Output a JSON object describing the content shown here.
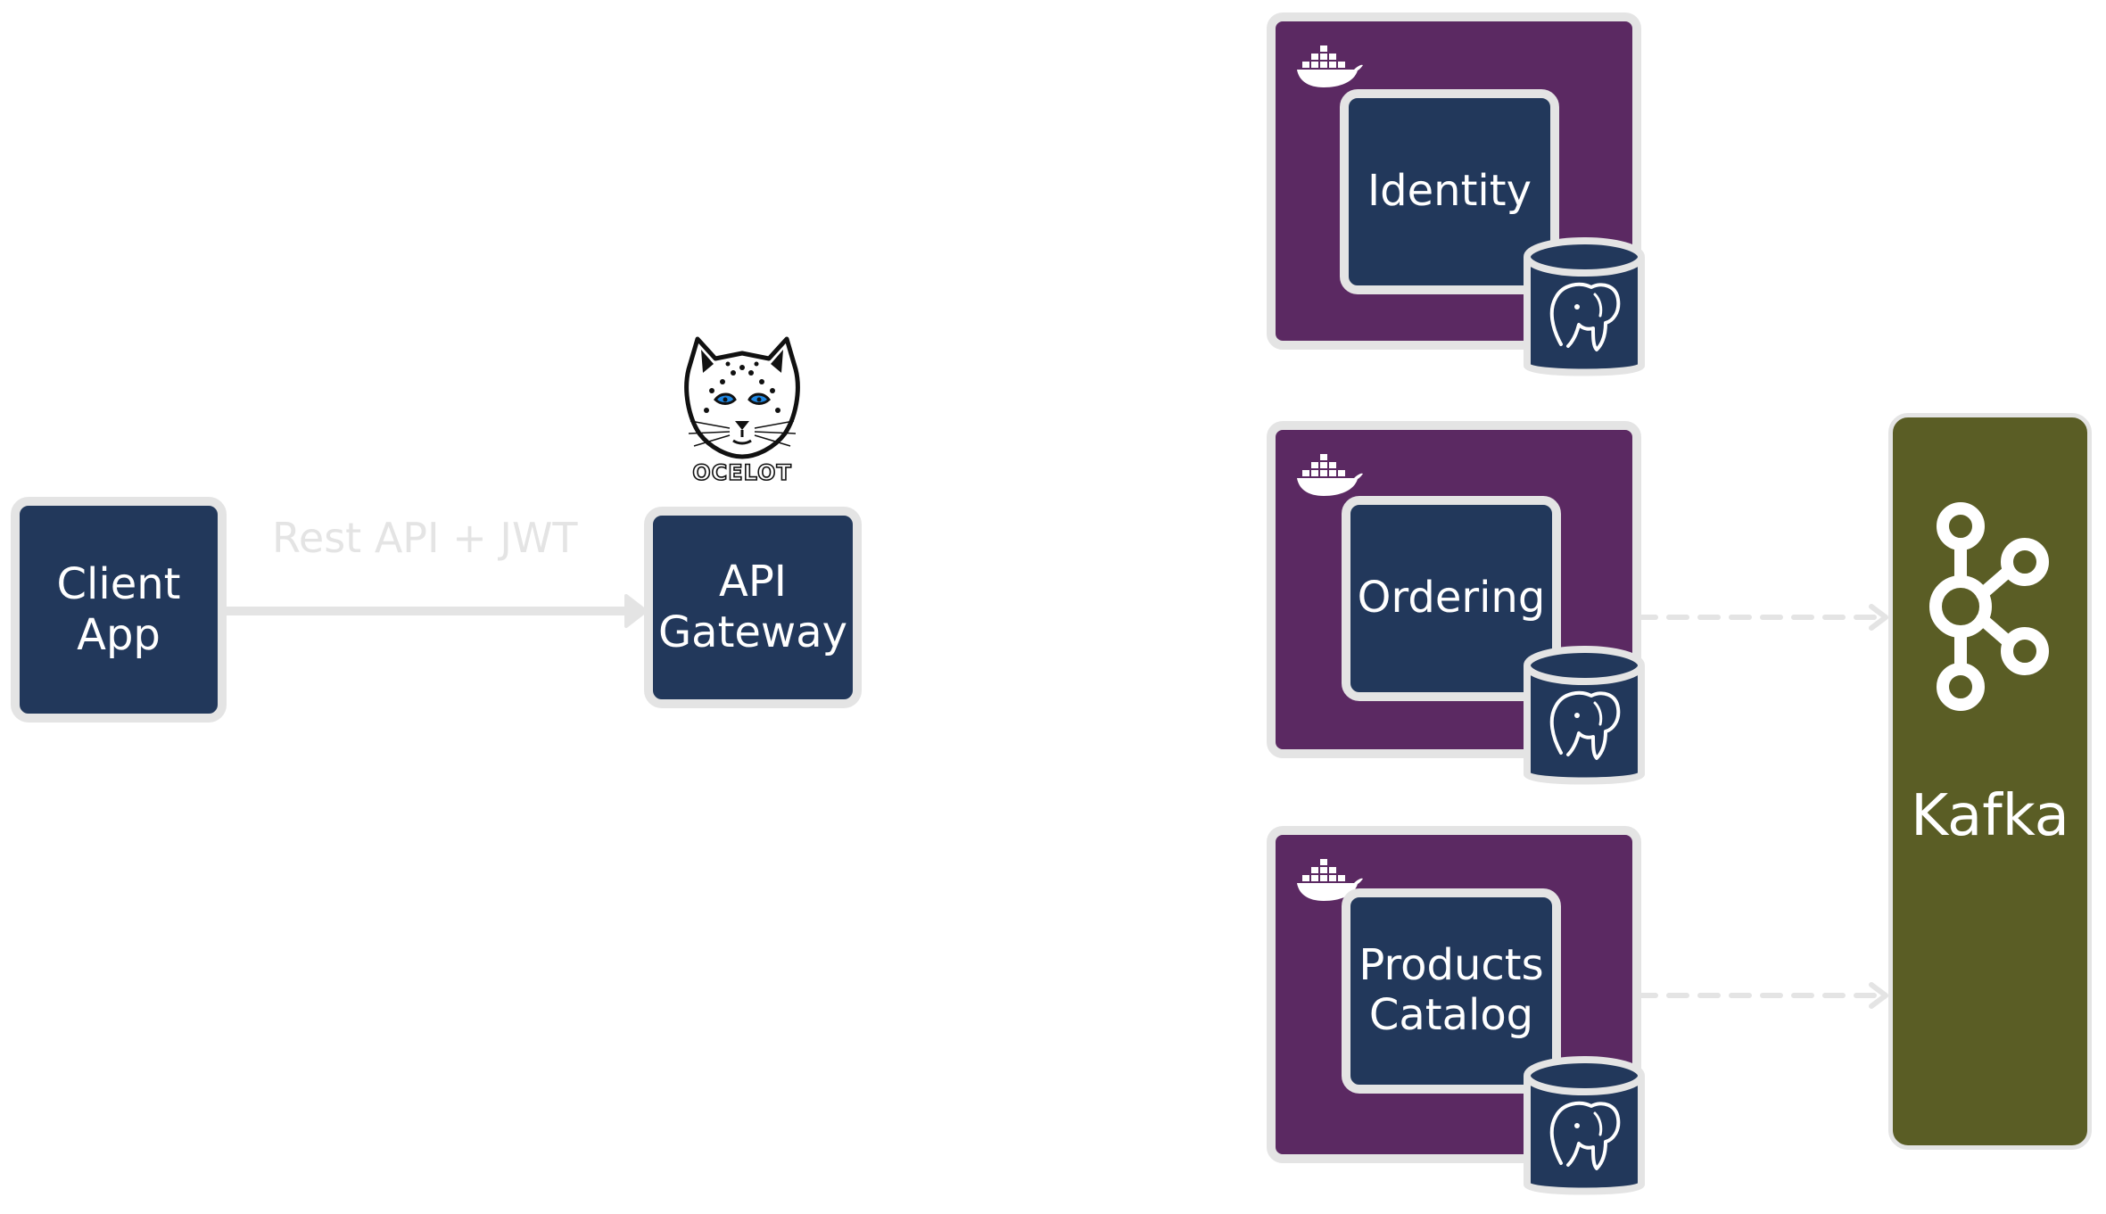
{
  "client": {
    "label": "Client\nApp"
  },
  "gateway": {
    "label": "API\nGateway",
    "logo_text": "OCELOT",
    "logo_icon": "ocelot-logo"
  },
  "edge": {
    "label": "Rest API + JWT"
  },
  "services": [
    {
      "label": "Identity",
      "container_icon": "docker-icon",
      "db_icon": "postgresql-icon"
    },
    {
      "label": "Ordering",
      "container_icon": "docker-icon",
      "db_icon": "postgresql-icon"
    },
    {
      "label": "Products\nCatalog",
      "container_icon": "docker-icon",
      "db_icon": "postgresql-icon"
    }
  ],
  "kafka": {
    "label": "Kafka",
    "icon": "kafka-icon"
  },
  "colors": {
    "node_fill": "#22385b",
    "container_fill": "#5b2962",
    "kafka_fill": "#5a5d25",
    "outline": "#e4e4e4",
    "text": "#ffffff"
  }
}
